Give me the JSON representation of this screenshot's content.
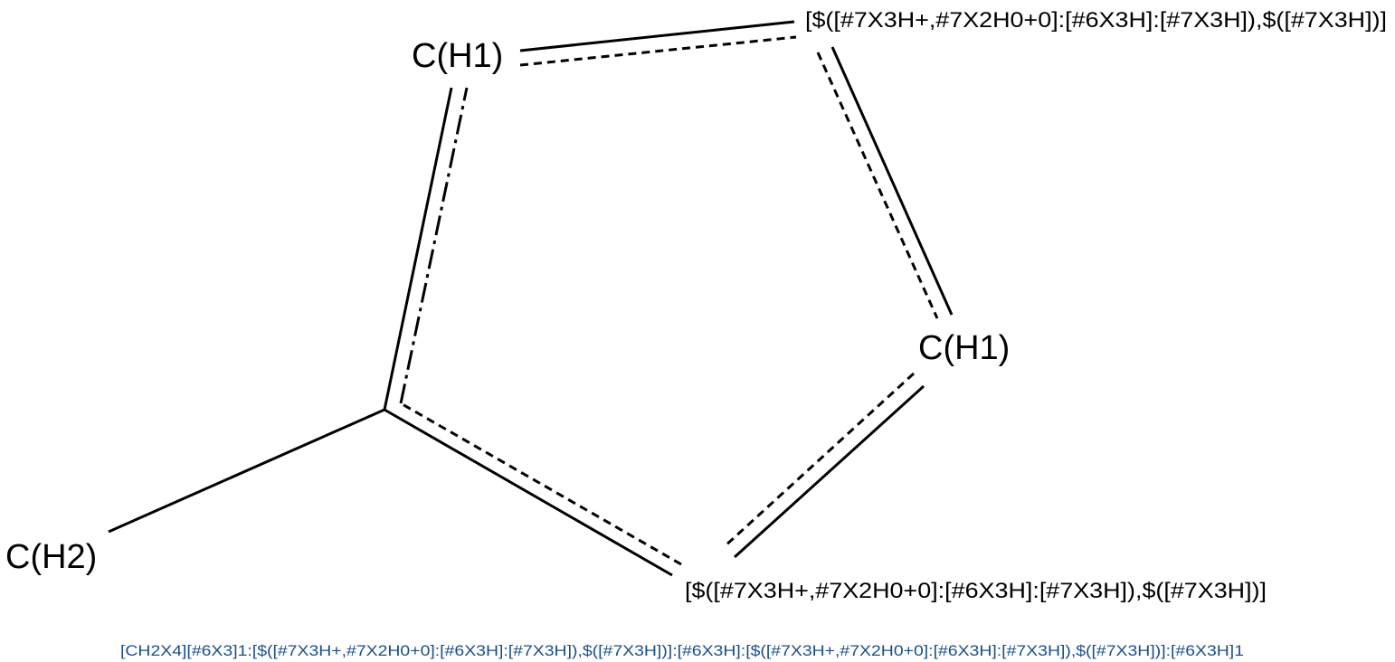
{
  "molecule": {
    "atoms": {
      "c_h2": "C(H2)",
      "c_h1_top": "C(H1)",
      "c_h1_right": "C(H1)",
      "n_top": "[$([#7X3H+,#7X2H0+0]:[#6X3H]:[#7X3H]),$([#7X3H])]",
      "n_bottom": "[$([#7X3H+,#7X2H0+0]:[#6X3H]:[#7X3H]),$([#7X3H])]"
    },
    "smarts": "[CH2X4][#6X3]1:[$([#7X3H+,#7X2H0+0]:[#6X3H]:[#7X3H]),$([#7X3H])]:[#6X3H]:[$([#7X3H+,#7X2H0+0]:[#6X3H]:[#7X3H]),$([#7X3H])]:[#6X3H]1"
  },
  "colors": {
    "bond": "#000000",
    "atom_text": "#000000",
    "caption_text": "#1a4f8a"
  }
}
